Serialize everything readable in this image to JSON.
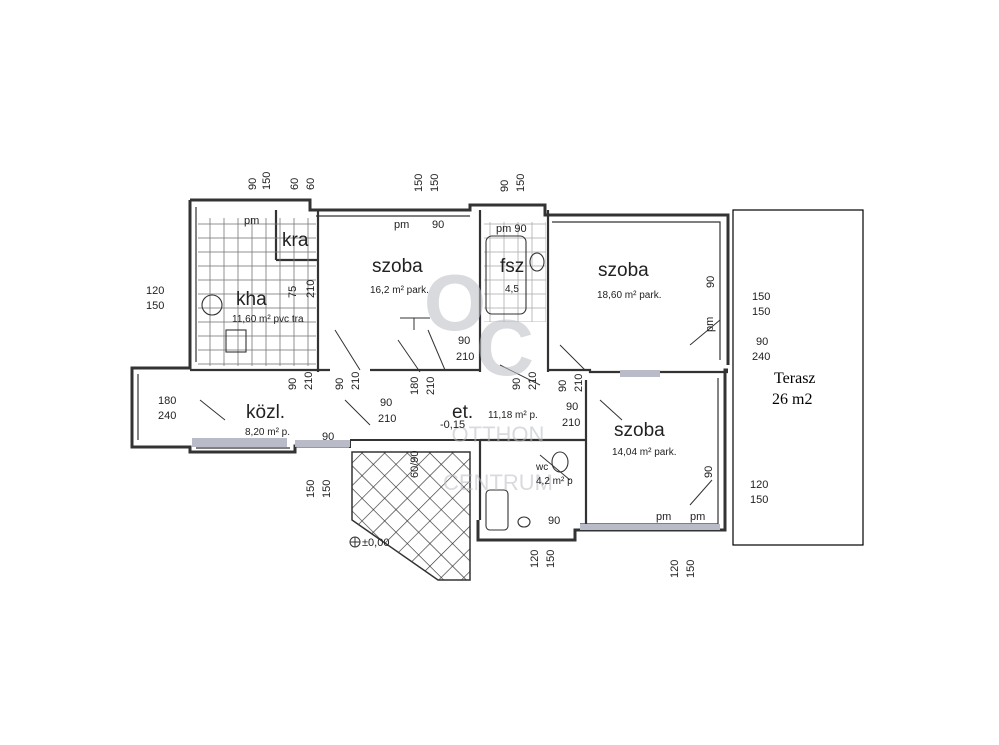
{
  "rooms": {
    "konyha": {
      "name": "kha",
      "area": "11,60 m² pvc tra"
    },
    "kamra": {
      "name": "kra"
    },
    "szoba1": {
      "name": "szoba",
      "area": "16,2 m² park."
    },
    "fsz": {
      "name": "fsz",
      "area": "4,5"
    },
    "szoba2": {
      "name": "szoba",
      "area": "18,60 m² park."
    },
    "kozl": {
      "name": "közl.",
      "area": "8,20 m² p."
    },
    "et": {
      "name": "et.",
      "area": "11,18 m² p."
    },
    "szoba3": {
      "name": "szoba",
      "area": "14,04 m² park."
    },
    "wc": {
      "name": "wc",
      "area": "4,2 m² p"
    }
  },
  "terrace": {
    "name": "Terasz",
    "area": "26 m2"
  },
  "watermark": {
    "line1": "OTTHON",
    "line2": "CENTRUM"
  },
  "dimensions": {
    "top": [
      "90",
      "150",
      "60",
      "60",
      "150",
      "150",
      "90",
      "150"
    ],
    "left_window": [
      "120",
      "150"
    ],
    "right_upper": [
      "150",
      "150"
    ],
    "right_mid": [
      "90",
      "240"
    ],
    "right_lower": [
      "120",
      "150"
    ],
    "kozl_window": [
      "180",
      "240"
    ],
    "bottom_left": [
      "150",
      "150"
    ],
    "bottom_mid": [
      "120",
      "150"
    ],
    "bottom_right": [
      "120",
      "150"
    ],
    "pm": "pm",
    "pm90": "pm 90",
    "d90": "90",
    "d210": "210",
    "d180": "180",
    "stack_90_210": [
      "90",
      "210"
    ],
    "et_door": [
      "90",
      "210"
    ],
    "level_et": "±0,00",
    "level_entry": "-0,15",
    "wc_door": "60/90",
    "v75": "75",
    "v210": "210"
  }
}
